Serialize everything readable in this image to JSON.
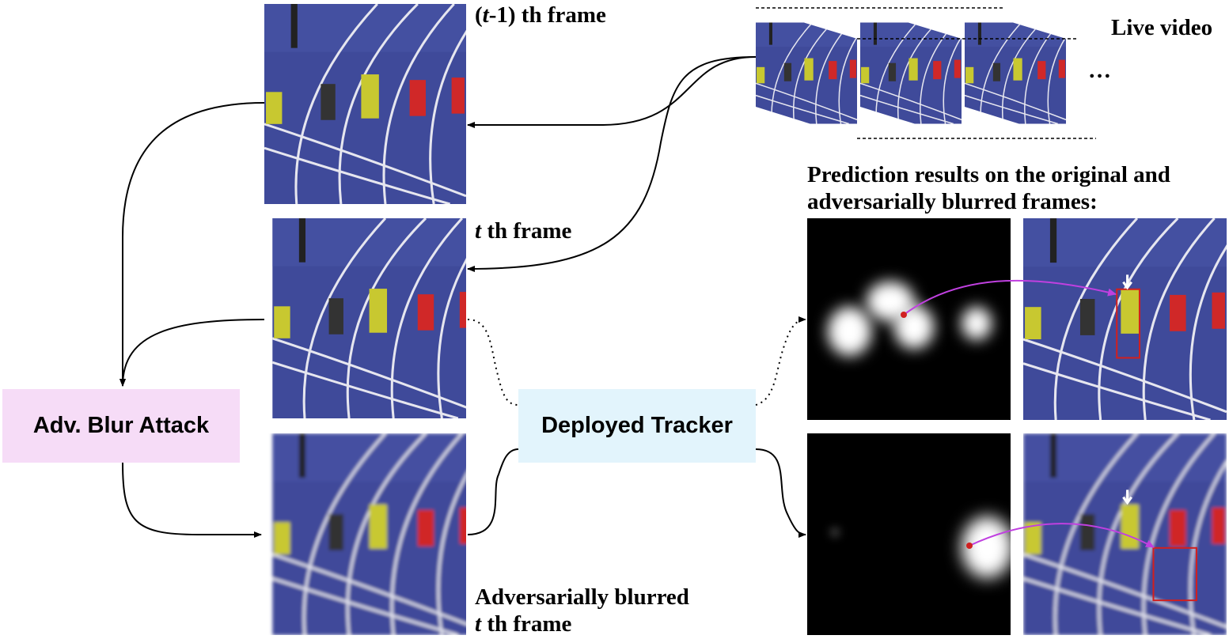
{
  "labels": {
    "prev_frame": "(t-1) th frame",
    "prev_frame_t": "t",
    "prev_frame_pre": "(",
    "prev_frame_post": "-1) th frame",
    "curr_frame_t": "t",
    "curr_frame_post": " th frame",
    "live_video": "Live video",
    "ellipsis": "…",
    "prediction_line1": "Prediction results on the original and",
    "prediction_line2": "adversarially blurred frames:",
    "adv_blurred_line1": "Adversarially blurred",
    "adv_blurred_t": "t",
    "adv_blurred_post": " th frame"
  },
  "boxes": {
    "attack": "Adv. Blur Attack",
    "tracker": "Deployed Tracker"
  },
  "colors": {
    "attack_box": "#f6dcf7",
    "tracker_box": "#e2f4fc",
    "track_field": "#3f4a9a",
    "lane_line": "#e8e8f0",
    "pred_arrow": "#c040e0",
    "target_box": "#d02020"
  }
}
